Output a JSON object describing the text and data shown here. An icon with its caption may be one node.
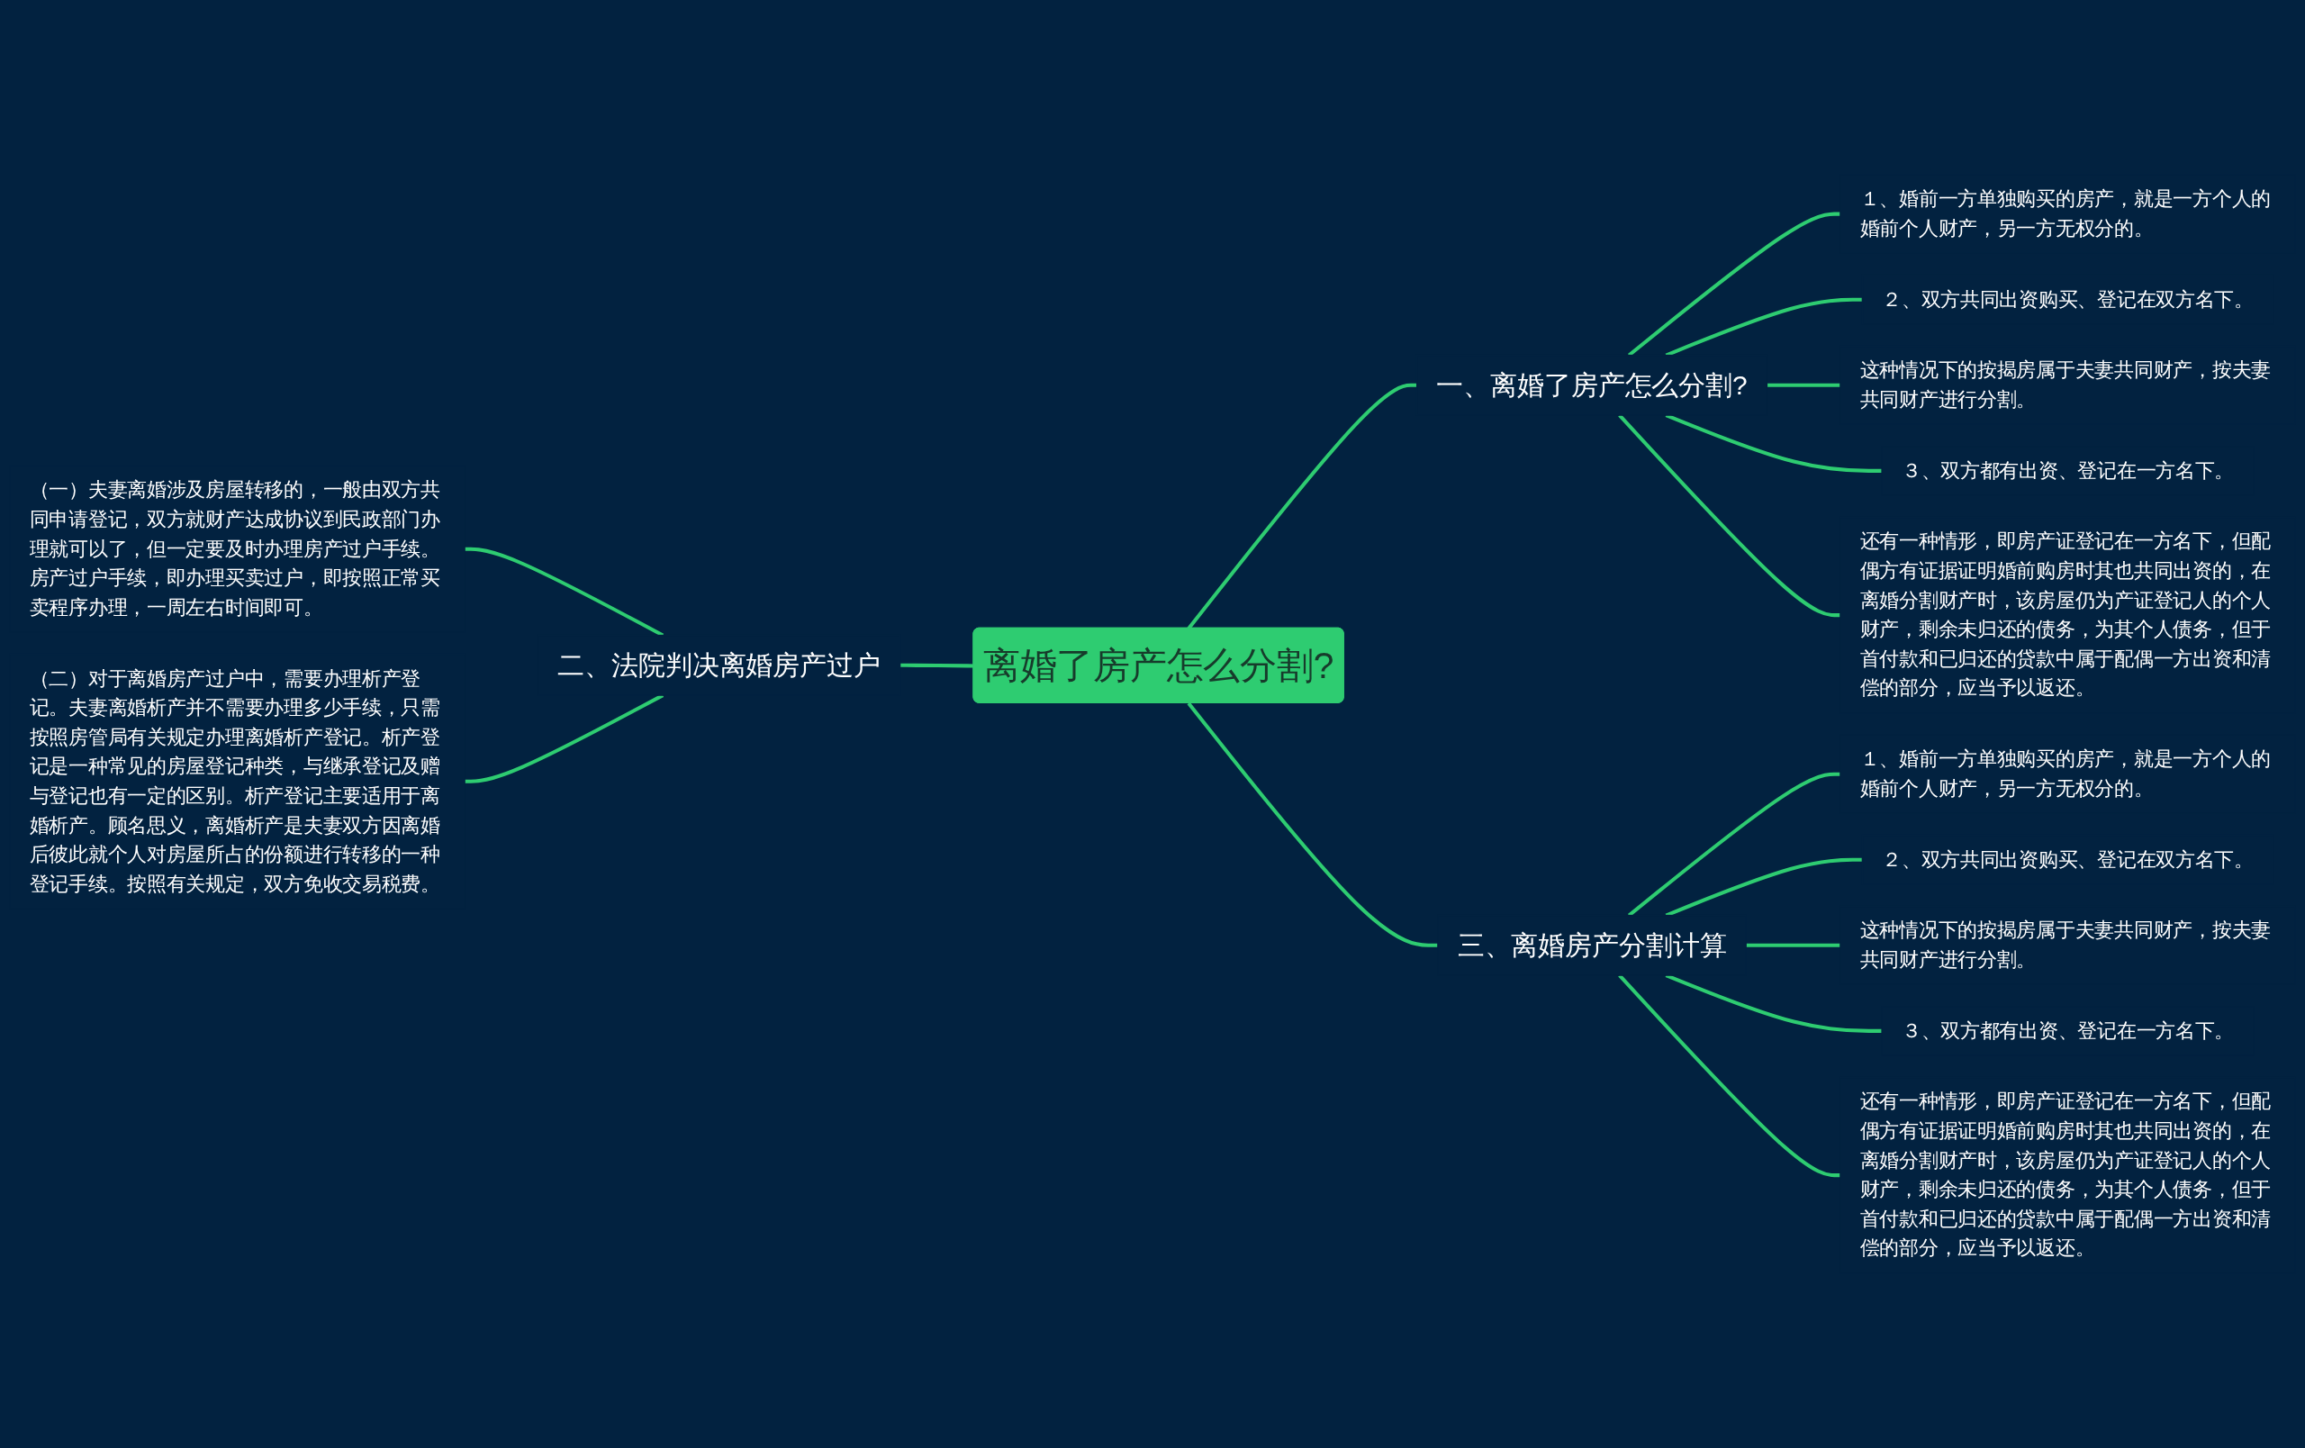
{
  "diagram": {
    "nodes": [
      {
        "text": [
          "离婚了房产怎么分割?"
        ]
      },
      {
        "text": [
          "一、离婚了房产怎么分割?"
        ]
      },
      {
        "text": [
          "１、婚前一方单独购买的房产，就是一方个人的婚前个人财产，另一方无权分的。"
        ]
      },
      {
        "text": [
          "２、双方共同出资购买、登记在双方名下。"
        ]
      },
      {
        "text": [
          "这种情况下的按揭房属于夫妻共同财产，按夫妻共同财产进行分割。"
        ]
      },
      {
        "text": [
          "３、双方都有出资、登记在一方名下。"
        ]
      },
      {
        "text": [
          "还有一种情形，即房产证登记在一方名下，但配偶方有证据证明婚前购房时其也共同出资的，在离婚分割财产时，该房屋仍为产证登记人的个人财产，剩余未归还的债务，为其个人债务，但于首付款和已归还的贷款中属于配偶一方出资和清偿的部分，应当予以返还。"
        ]
      },
      {
        "text": [
          "二、法院判决离婚房产过户"
        ]
      },
      {
        "text": [
          "（一）夫妻离婚涉及房屋转移的，一般由双方共同申请登记，双方就财产达成协议到民政部门办理就可以了，但一定要及时办理房产过户手续。房产过户手续，即办理买卖过户，即按照正常买卖程序办理，一周左右时间即可。"
        ]
      },
      {
        "text": [
          "（二）对于离婚房产过户中，需要办理析产登记。夫妻离婚析产并不需要办理多少手续，只需按照房管局有关规定办理离婚析产登记。析产登记是一种常见的房屋登记种类，与继承登记及赠与登记也有一定的区别。析产登记主要适用于离婚析产。顾名思义，离婚析产是夫妻双方因离婚后彼此就个人对房屋所占的份额进行转移的一种登记手续。按照有关规定，双方免收交易税费。"
        ]
      },
      {
        "text": [
          "三、离婚房产分割计算"
        ]
      },
      {
        "text": [
          "１、婚前一方单独购买的房产，就是一方个人的婚前个人财产，另一方无权分的。"
        ]
      },
      {
        "text": [
          "２、双方共同出资购买、登记在双方名下。"
        ]
      },
      {
        "text": [
          "这种情况下的按揭房属于夫妻共同财产，按夫妻共同财产进行分割。"
        ]
      },
      {
        "text": [
          "３、双方都有出资、登记在一方名下。"
        ]
      },
      {
        "text": [
          "还有一种情形，即房产证登记在一方名下，但配偶方有证据证明婚前购房时其也共同出资的，在离婚分割财产时，该房屋仍为产证登记人的个人财产，剩余未归还的债务，为其个人债务，但于首付款和已归还的贷款中属于配偶一方出资和清偿的部分，应当予以返还。"
        ]
      }
    ],
    "edges": [
      {
        "from": 8,
        "to": 7,
        "arrow": "none"
      },
      {
        "from": 9,
        "to": 7,
        "arrow": "none"
      },
      {
        "from": 7,
        "to": 0,
        "arrow": "none"
      },
      {
        "from": 0,
        "to": 1,
        "arrow": "none"
      },
      {
        "from": 1,
        "to": 2,
        "arrow": "none"
      },
      {
        "from": 1,
        "to": 3,
        "arrow": "none"
      },
      {
        "from": 1,
        "to": 4,
        "arrow": "none"
      },
      {
        "from": 1,
        "to": 5,
        "arrow": "none"
      },
      {
        "from": 1,
        "to": 6,
        "arrow": "none"
      },
      {
        "from": 0,
        "to": 10,
        "arrow": "none"
      },
      {
        "from": 10,
        "to": 11,
        "arrow": "none"
      },
      {
        "from": 10,
        "to": 12,
        "arrow": "none"
      },
      {
        "from": 10,
        "to": 13,
        "arrow": "none"
      },
      {
        "from": 10,
        "to": 14,
        "arrow": "none"
      },
      {
        "from": 10,
        "to": 15,
        "arrow": "none"
      }
    ]
  }
}
